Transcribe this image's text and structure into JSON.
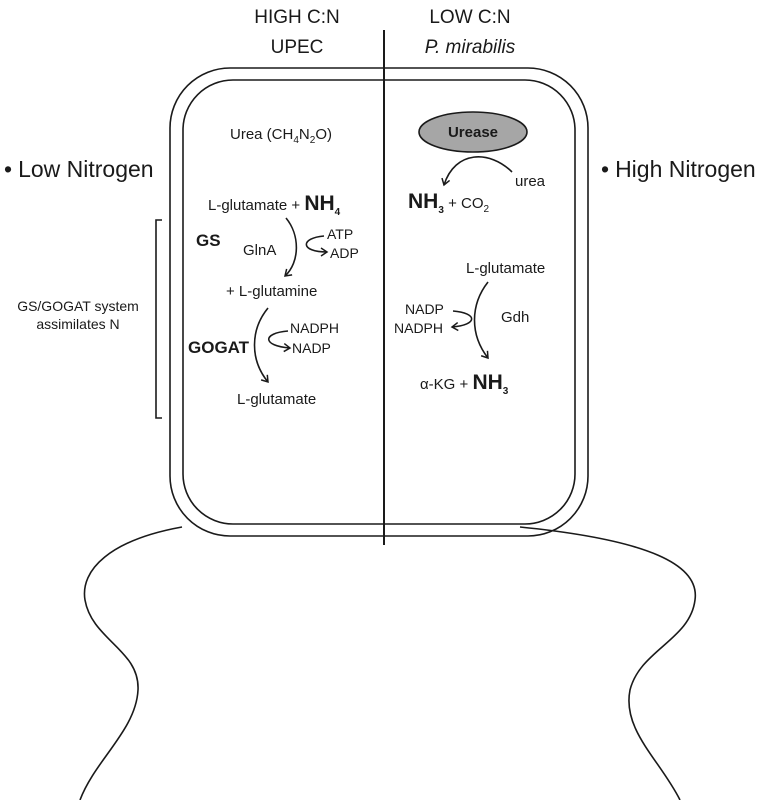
{
  "header": {
    "left_ratio": "HIGH C:N",
    "right_ratio": "LOW C:N",
    "left_organism": "UPEC",
    "right_organism": "P. mirabilis"
  },
  "side_labels": {
    "left_bullet": "•",
    "left": "Low Nitrogen",
    "right_bullet": "•",
    "right": "High Nitrogen"
  },
  "bracket_label": {
    "line1": "GS/GOGAT system",
    "line2": "assimilates N"
  },
  "left_cell": {
    "urea_prefix": "Urea (CH",
    "urea_sub1": "4",
    "urea_mid": "N",
    "urea_sub2": "2",
    "urea_suffix": "O)",
    "glutamate_in": "L-glutamate + ",
    "nh4": "NH",
    "nh4_sub": "4",
    "gs": "GS",
    "glna": "GlnA",
    "atp": "ATP",
    "adp": "ADP",
    "glutamine": "+ L-glutamine",
    "gogat": "GOGAT",
    "nadph": "NADPH",
    "nadp": "NADP",
    "glutamate_out": "L-glutamate"
  },
  "right_cell": {
    "urease": "Urease",
    "urea": "urea",
    "nh3": "NH",
    "nh3_sub": "3",
    "co2": " + CO",
    "co2_sub": "2",
    "glutamate": "L-glutamate",
    "nadp": "NADP",
    "nadph": "NADPH",
    "gdh": "Gdh",
    "akg": "α-KG + ",
    "nh3b": "NH",
    "nh3b_sub": "3"
  },
  "colors": {
    "urease_fill": "#a6a6a6",
    "stroke": "#1a1a1a"
  }
}
